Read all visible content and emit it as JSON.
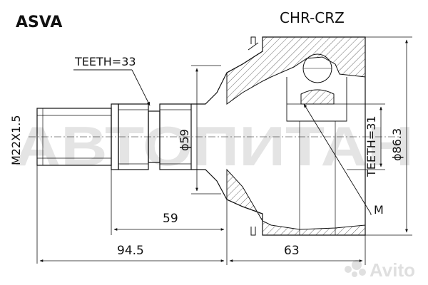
{
  "header": {
    "brand": "ASVA",
    "part_number": "CHR-CRZ"
  },
  "callouts": {
    "teeth_outer": "TEETH=33",
    "teeth_inner": "TEETH=31",
    "thread": "M22X1.5",
    "shaft_diameter": "ϕ59",
    "outer_diameter": "ϕ86.3",
    "m_marker": "M"
  },
  "dimensions": {
    "shaft_length": "59",
    "overall_left": "94.5",
    "housing_length": "63"
  },
  "watermark": {
    "text": "АВТОПИТАН",
    "brand": "Avito"
  },
  "colors": {
    "line": "#111111",
    "hatch": "#333333",
    "watermark": "#000000"
  }
}
